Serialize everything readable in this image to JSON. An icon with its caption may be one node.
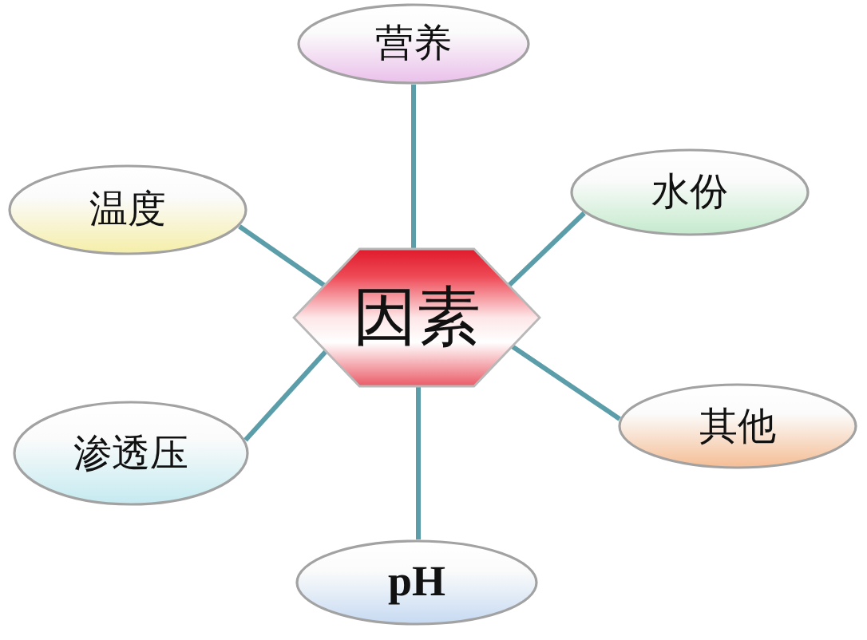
{
  "diagram": {
    "nodes": [
      {
        "text": [
          "营养"
        ]
      },
      {
        "text": [
          "温度"
        ]
      },
      {
        "text": [
          "水份"
        ]
      },
      {
        "text": [
          "因素"
        ]
      },
      {
        "text": [
          "渗透压"
        ]
      },
      {
        "text": [
          "其他"
        ]
      },
      {
        "text": [
          "pH"
        ]
      }
    ],
    "edges": [
      {
        "from": 3,
        "to": 0,
        "arrow": "none"
      },
      {
        "from": 3,
        "to": 1,
        "arrow": "none"
      },
      {
        "from": 3,
        "to": 2,
        "arrow": "none"
      },
      {
        "from": 3,
        "to": 4,
        "arrow": "none"
      },
      {
        "from": 3,
        "to": 5,
        "arrow": "none"
      },
      {
        "from": 3,
        "to": 6,
        "arrow": "none"
      }
    ]
  }
}
